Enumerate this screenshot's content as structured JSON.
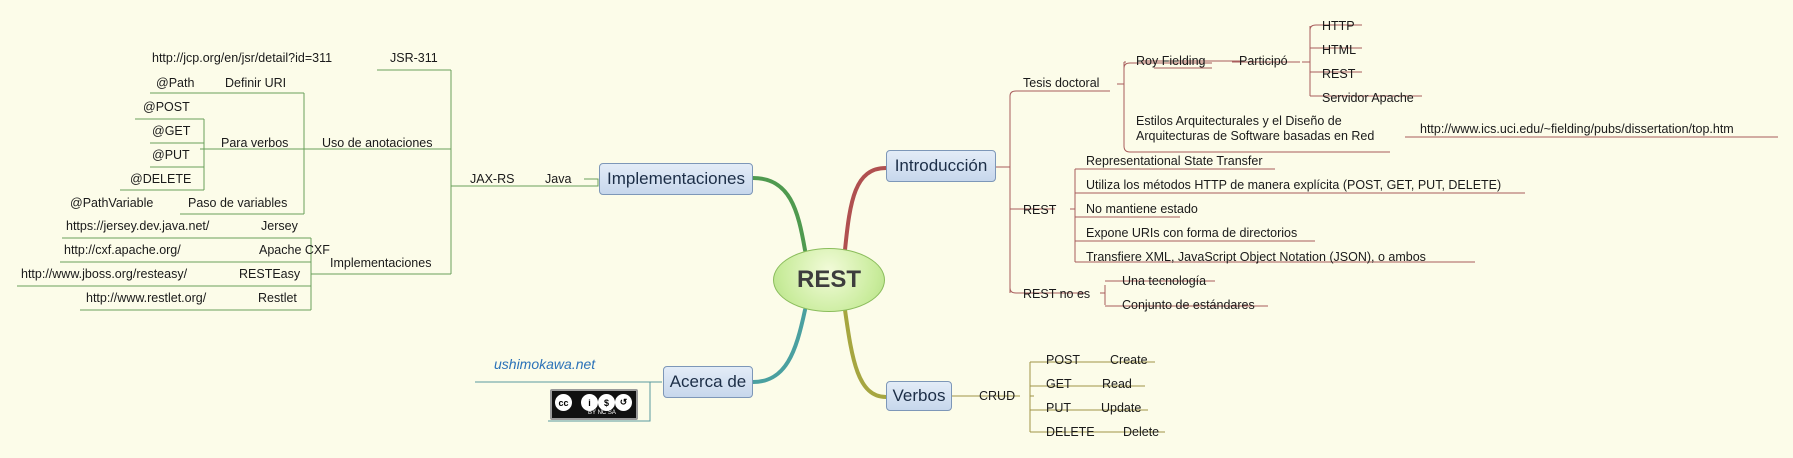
{
  "central": "REST",
  "topics": {
    "introduccion": "Introducción",
    "implementaciones": "Implementaciones",
    "verbos": "Verbos",
    "acerca_de": "Acerca de"
  },
  "introduccion": {
    "tesis_doctoral": "Tesis doctoral",
    "roy_fielding": "Roy Fielding",
    "participo": "Participó",
    "participo_items": [
      "HTTP",
      "HTML",
      "REST",
      "Servidor Apache"
    ],
    "estilos": "Estilos Arquitecturales y el Diseño de Arquitecturas de Software basadas en Red",
    "estilos_url": "http://www.ics.uci.edu/~fielding/pubs/dissertation/top.htm",
    "rest": "REST",
    "rest_items": [
      "Representational State Transfer",
      "Utiliza los métodos HTTP de manera explícita (POST, GET, PUT, DELETE)",
      "No mantiene estado",
      "Expone URIs con forma de directorios",
      "Transfiere XML, JavaScript Object Notation (JSON), o ambos"
    ],
    "rest_no_es": "REST no es",
    "rest_no_es_items": [
      "Una tecnología",
      "Conjunto de estándares"
    ]
  },
  "verbos": {
    "crud": "CRUD",
    "pairs": [
      {
        "verb": "POST",
        "op": "Create"
      },
      {
        "verb": "GET",
        "op": "Read"
      },
      {
        "verb": "PUT",
        "op": "Update"
      },
      {
        "verb": "DELETE",
        "op": "Delete"
      }
    ]
  },
  "implementaciones": {
    "java": "Java",
    "jaxrs": "JAX-RS",
    "jsr": "JSR-311",
    "jsr_url": "http://jcp.org/en/jsr/detail?id=311",
    "uso_anotaciones": "Uso de anotaciones",
    "definir_uri": "Definir URI",
    "path": "@Path",
    "para_verbos": "Para verbos",
    "verbos_anot": [
      "@POST",
      "@GET",
      "@PUT",
      "@DELETE"
    ],
    "paso_variables": "Paso de variables",
    "pathvariable": "@PathVariable",
    "implementaciones": "Implementaciones",
    "libs": [
      {
        "name": "Jersey",
        "url": "https://jersey.dev.java.net/"
      },
      {
        "name": "Apache CXF",
        "url": "http://cxf.apache.org/"
      },
      {
        "name": "RESTEasy",
        "url": "http://www.jboss.org/resteasy/"
      },
      {
        "name": "Restlet",
        "url": "http://www.restlet.org/"
      }
    ]
  },
  "acerca_de": {
    "logo_text": "ushimokawa.net",
    "license_text": "BY NC SA"
  },
  "colors": {
    "intro_branch": "#b05050",
    "verbos_branch": "#a6a640",
    "impl_branch": "#4f9a4f",
    "acerca_branch": "#4aa0a0",
    "intro_line": "#a85c5c",
    "verbos_line": "#a09548",
    "impl_line": "#6aa05a",
    "acerca_line": "#5a9aa0"
  }
}
